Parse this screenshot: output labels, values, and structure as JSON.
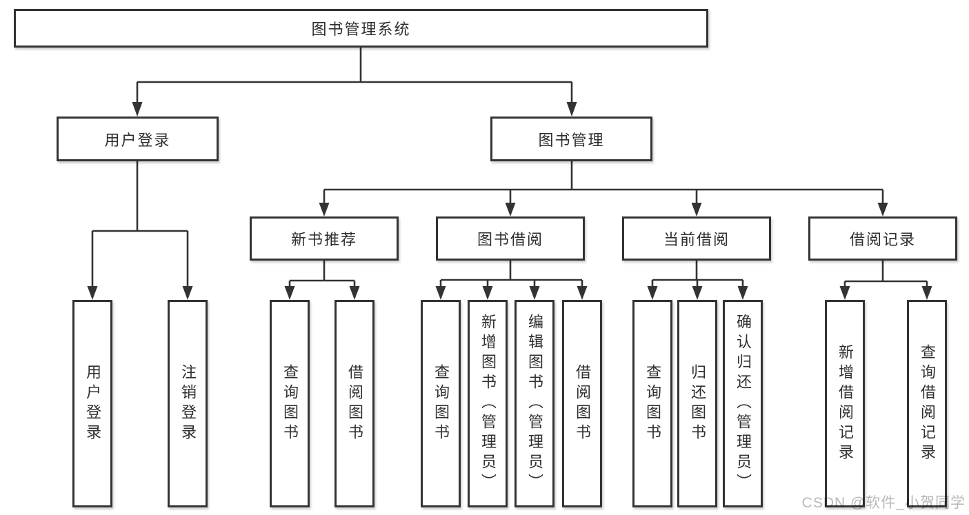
{
  "diagram": {
    "root": {
      "label": "图书管理系统"
    },
    "branches": [
      {
        "label": "用户登录",
        "children": [
          {
            "label": "用户登录"
          },
          {
            "label": "注销登录"
          }
        ]
      },
      {
        "label": "图书管理",
        "children": [
          {
            "label": "新书推荐",
            "children": [
              {
                "label": "查询图书"
              },
              {
                "label": "借阅图书"
              }
            ]
          },
          {
            "label": "图书借阅",
            "children": [
              {
                "label": "查询图书"
              },
              {
                "label": "新增图书（管理员）"
              },
              {
                "label": "编辑图书（管理员）"
              },
              {
                "label": "借阅图书"
              }
            ]
          },
          {
            "label": "当前借阅",
            "children": [
              {
                "label": "查询图书"
              },
              {
                "label": "归还图书"
              },
              {
                "label": "确认归还（管理员）"
              }
            ]
          },
          {
            "label": "借阅记录",
            "children": [
              {
                "label": "新增借阅记录"
              },
              {
                "label": "查询借阅记录"
              }
            ]
          }
        ]
      }
    ]
  },
  "watermark": {
    "text": "CSDN @软件_小贺同学"
  },
  "colors": {
    "line": "#333333",
    "node_border": "#333333",
    "text": "#2f2f2f",
    "watermark": "#b7b7b7",
    "background": "#ffffff"
  }
}
